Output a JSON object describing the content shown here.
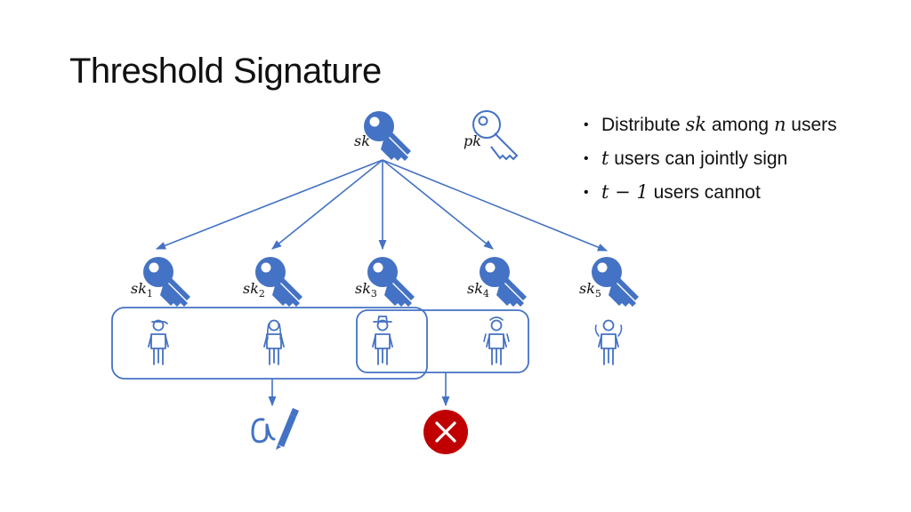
{
  "slide": {
    "title": "Threshold Signature"
  },
  "bullets": [
    {
      "text_parts": [
        "Distribute ",
        "sk",
        " among ",
        "n",
        " users"
      ]
    },
    {
      "text_parts": [
        "",
        "t",
        " users can jointly sign",
        "",
        ""
      ]
    },
    {
      "text_parts": [
        "",
        "t − 1",
        " users cannot",
        "",
        ""
      ]
    }
  ],
  "keys": {
    "secret": {
      "label": "sk"
    },
    "public": {
      "label": "pk"
    },
    "shares": [
      {
        "base": "sk",
        "index": "1"
      },
      {
        "base": "sk",
        "index": "2"
      },
      {
        "base": "sk",
        "index": "3"
      },
      {
        "base": "sk",
        "index": "4"
      },
      {
        "base": "sk",
        "index": "5"
      }
    ]
  },
  "colors": {
    "accent": "#4472C4",
    "key_fill": "#4472C4",
    "reject": "#C00000"
  },
  "icons": {
    "sign_outcome": "signature-pen-icon",
    "reject_outcome": "cross-icon"
  }
}
